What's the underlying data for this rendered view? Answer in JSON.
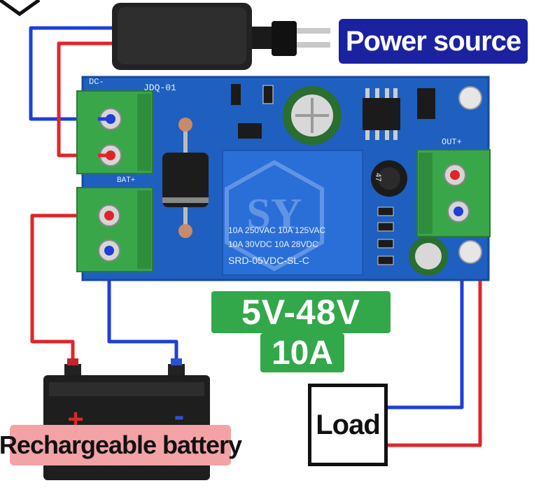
{
  "labels": {
    "power_source": "Power source",
    "voltage_range": "5V-48V",
    "current_rating": "10A",
    "load": "Load",
    "battery": "Rechargeable battery",
    "battery_plus": "+",
    "battery_minus": "-"
  },
  "board": {
    "name": "JDQ-01",
    "dc_minus": "DC-",
    "bat_plus": "BAT+",
    "out_plus": "OUT+",
    "relay_line_1": "10A 250VAC 10A 125VAC",
    "relay_line_2": "10A 30VDC 10A 28VDC",
    "relay_model": "SRD-05VDC-SL-C",
    "capacitor_value": "47"
  },
  "watermark": {
    "letters": "SY"
  },
  "colors": {
    "pcb": "#1f5fbf",
    "terminal": "#3aa64a",
    "positive_wire": "#e0252a",
    "negative_wire": "#1f3fd8",
    "label_green": "#33a84a",
    "label_blue": "#1a22a0",
    "battery_label": "#f3a2a6"
  },
  "icons": {
    "adapter": "power-adapter-icon",
    "plug": "ac-plug-icon",
    "battery": "car-battery-icon",
    "relay": "relay-icon"
  }
}
